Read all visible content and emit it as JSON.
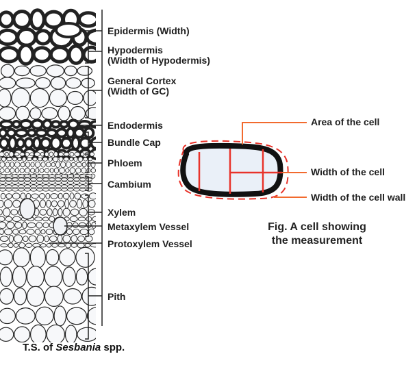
{
  "section_labels": [
    {
      "id": "epidermis",
      "line1": "Epidermis (Width)",
      "line2": ""
    },
    {
      "id": "hypodermis",
      "line1": "Hypodermis",
      "line2": "(Width of Hypodermis)"
    },
    {
      "id": "general-cortex",
      "line1": "General Cortex",
      "line2": "(Width of GC)"
    },
    {
      "id": "endodermis",
      "line1": "Endodermis",
      "line2": ""
    },
    {
      "id": "bundle-cap",
      "line1": "Bundle Cap",
      "line2": ""
    },
    {
      "id": "phloem",
      "line1": "Phloem",
      "line2": ""
    },
    {
      "id": "cambium",
      "line1": "Cambium",
      "line2": ""
    },
    {
      "id": "xylem",
      "line1": "Xylem",
      "line2": ""
    },
    {
      "id": "metaxylem-vessel",
      "line1": "Metaxylem Vessel",
      "line2": ""
    },
    {
      "id": "protoxylem-vessel",
      "line1": "Protoxylem Vessel",
      "line2": ""
    },
    {
      "id": "pith",
      "line1": "Pith",
      "line2": ""
    }
  ],
  "cell_annotations": {
    "area": "Area of the cell",
    "width": "Width of the cell",
    "wall_width": "Width of the cell wall"
  },
  "cell_caption": {
    "line1": "Fig. A cell showing",
    "line2": "the measurement"
  },
  "main_title": {
    "prefix": "T.S. of ",
    "genus": "Sesbania",
    "suffix": " spp."
  },
  "colors": {
    "accent_red": "#e8332a",
    "accent_orange": "#f26a2e",
    "ink": "#111111",
    "cell_fill": "#eaf0f8"
  }
}
